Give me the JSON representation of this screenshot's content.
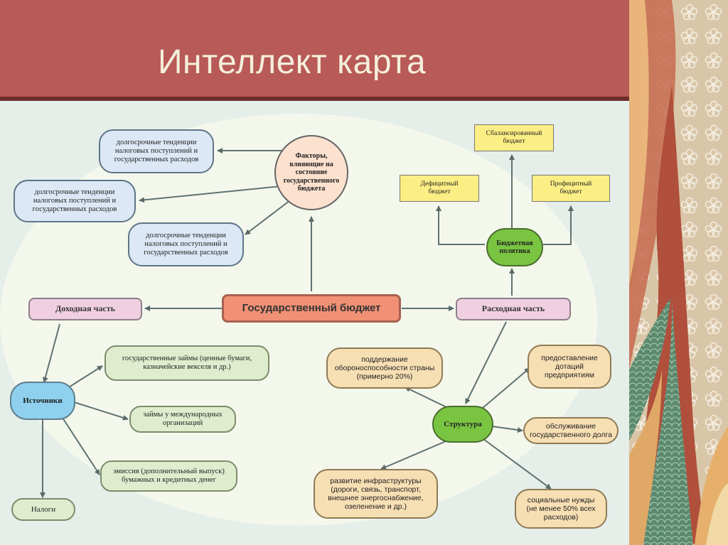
{
  "slide": {
    "title": "Интеллект карта"
  },
  "map": {
    "center": "Государственный бюджет",
    "factors": "Факторы, влияющие на состояние государственного бюджета",
    "factor_items": [
      "долгосрочные тенденции налоговых поступлений и государственных расходов",
      "долгосрочные тенденции налоговых поступлений и государственных расходов",
      "долгосрочные тенденции налоговых поступлений и государственных расходов"
    ],
    "income": "Доходная часть",
    "sources": "Источники",
    "source_items": [
      "государственные займы (ценные бумаги, казначейские векселя и др.)",
      "займы у международных организаций",
      "эмиссия (дополнительный выпуск) бумажных и кредитных денег"
    ],
    "taxes": "Налоги",
    "expense": "Расходная часть",
    "policy": "Бюджетная политика",
    "policy_items": [
      "Сбалансированный бюджет",
      "Дефицитный бюджет",
      "Профицитный бюджет"
    ],
    "structure": "Структура",
    "structure_items": [
      "поддержание обороноспособности страны (примерно 20%)",
      "предоставление дотаций предприятиям",
      "обслуживание государственного долга",
      "развитие инфраструктуры (дороги, связь, транспорт, внешнее энергоснабжение, озеленение и др.)",
      "социальные нужды (не менее 50% всех расходов)"
    ]
  },
  "colors": {
    "header": "#b85a57",
    "title_text": "#f4eedc",
    "panel": "#e5eee9",
    "center_box": "#f09074",
    "factor_boxes": "#dce8f5",
    "source_boxes": "#e0ecce",
    "structure_boxes": "#f7dfb4",
    "policy_boxes": "#fbee84",
    "part_boxes": "#f0cfe0"
  }
}
